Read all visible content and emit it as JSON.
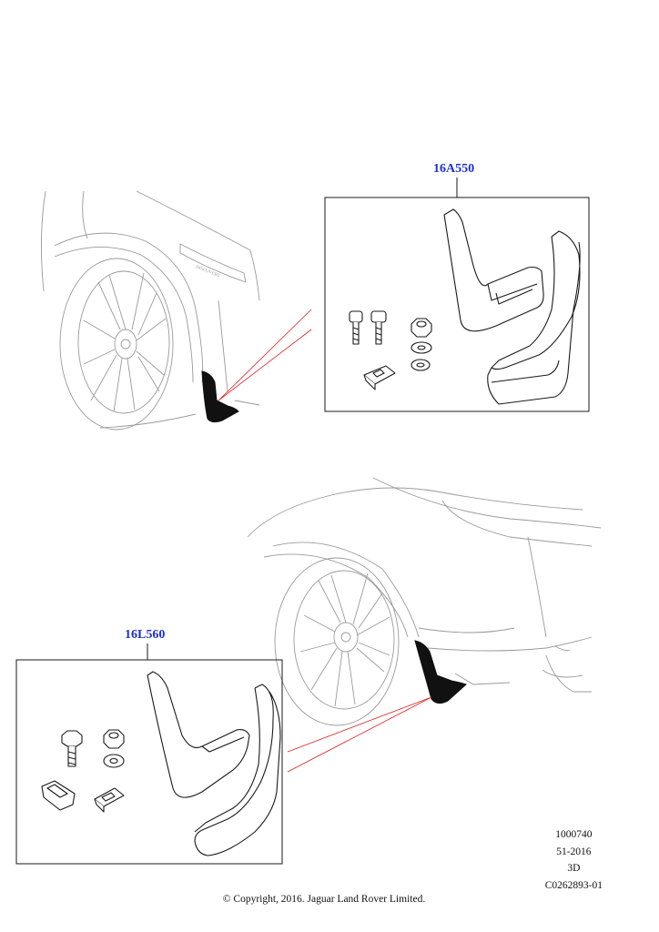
{
  "callouts": {
    "top": "16A550",
    "bottom": "16L560"
  },
  "reference": {
    "line1": "1000740",
    "line2": "51-2016",
    "line3": "3D",
    "line4": "C0262893-01"
  },
  "copyright": "© Copyright, 2016. Jaguar Land Rover Limited.",
  "colors": {
    "callout": "#1f2fd0",
    "leader": "#e02020",
    "line": "#1a1a1a",
    "ghost": "#9a9a9a"
  }
}
